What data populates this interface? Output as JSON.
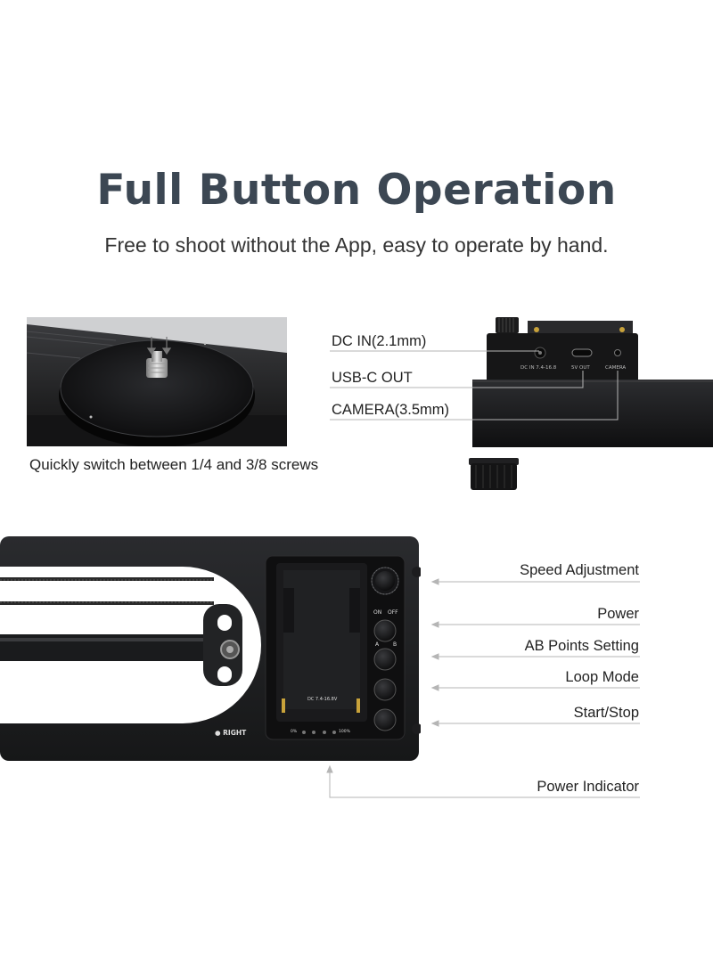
{
  "header": {
    "title": "Full Button Operation",
    "subtitle": "Free to shoot without the App, easy to operate by hand."
  },
  "screw_photo": {
    "caption": "Quickly switch between 1/4 and 3/8 screws"
  },
  "ports": {
    "callouts": [
      "DC IN(2.1mm)",
      "USB-C OUT",
      "CAMERA(3.5mm)"
    ],
    "printed": {
      "dc": "DC IN 7.4-16.8",
      "usb": "5V OUT",
      "camera": "CAMERA"
    }
  },
  "slider": {
    "side_label": "● RIGHT",
    "battery_text": "DC 7.4-16.8V",
    "button_labels": {
      "on": "ON",
      "off": "OFF",
      "a": "A",
      "b": "B"
    },
    "indicator_scale": {
      "min": "0%",
      "max": "100%"
    },
    "callouts": [
      "Speed Adjustment",
      "Power",
      "AB Points Setting",
      "Loop Mode",
      "Start/Stop",
      "Power Indicator"
    ]
  },
  "colors": {
    "title": "#3c4753",
    "device_body": "#1c1d1f",
    "leader_line": "#b5b5b5",
    "background": "#ffffff"
  }
}
